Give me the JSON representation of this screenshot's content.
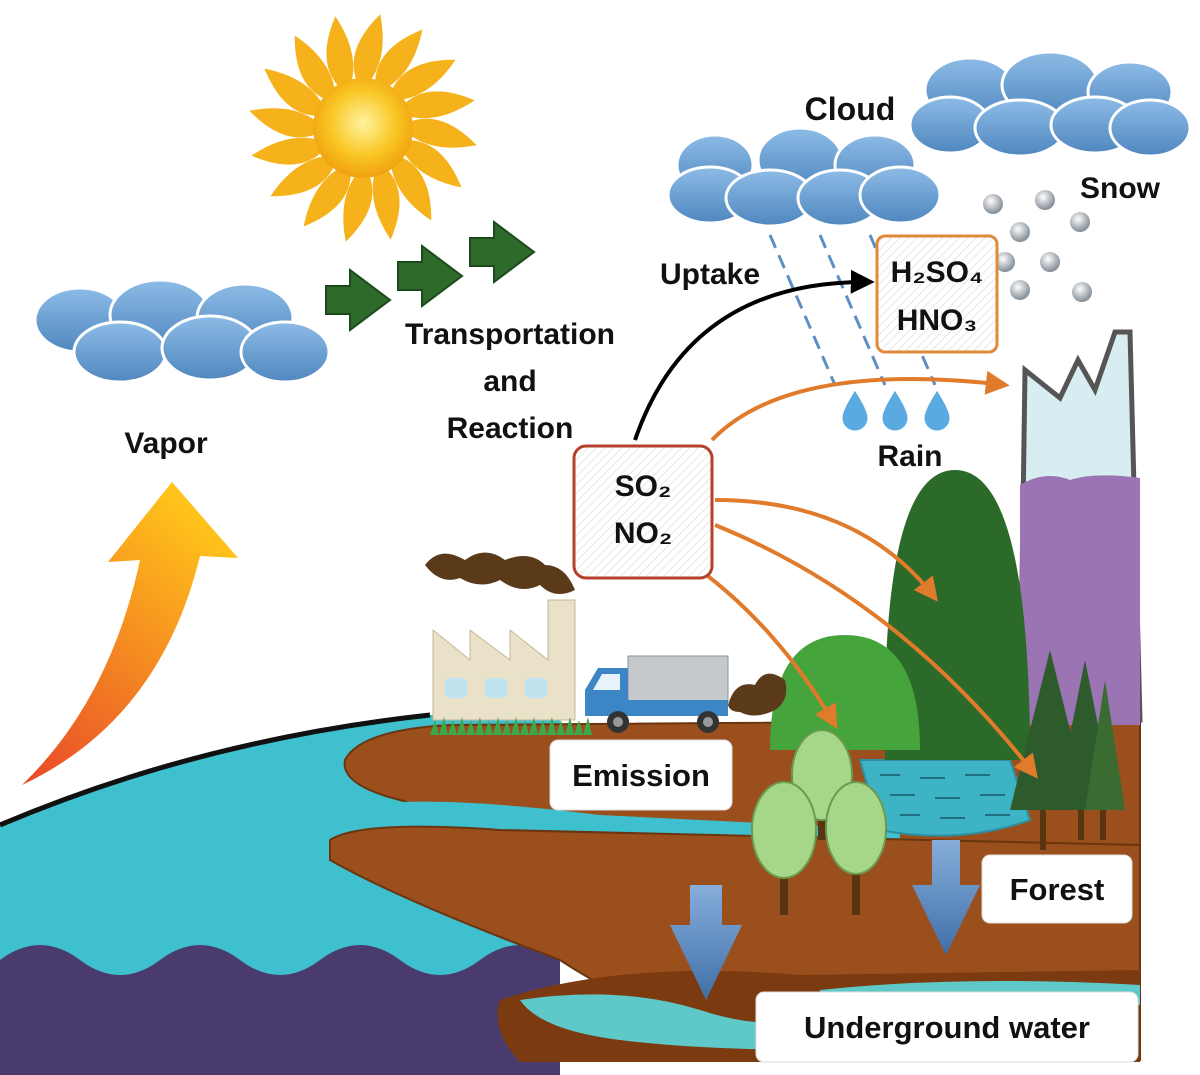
{
  "labels": {
    "cloud": "Cloud",
    "snow": "Snow",
    "uptake": "Uptake",
    "acid_1": "H₂SO₄",
    "acid_2": "HNO₃",
    "transport_1": "Transportation",
    "transport_2": "and",
    "transport_3": "Reaction",
    "vapor": "Vapor",
    "rain": "Rain",
    "gas_1": "SO₂",
    "gas_2": "NO₂",
    "emission": "Emission",
    "forest": "Forest",
    "underground": "Underground water"
  },
  "colors": {
    "cloud": "#6fa3d3",
    "sun": "#f6b21a",
    "sea": "#3fc0cf",
    "deep_sea": "#4a3b6e",
    "soil": "#9a4f1c",
    "pollution_arrow": "#e07b2c",
    "uptake_arrow": "#000000",
    "gas_box_border": "#b5412c",
    "acid_box_border": "#e08a3a",
    "transport_arrows": "#2e6b2a",
    "vapor_arrow": "#f39c1f",
    "down_arrows": "#5d8fc4"
  },
  "icons": [
    "sun-icon",
    "cloud-icon",
    "factory-icon",
    "truck-icon",
    "tree-icon",
    "mountain-icon",
    "rain-drop-icon",
    "snowflake-icon",
    "down-arrow-icon"
  ]
}
